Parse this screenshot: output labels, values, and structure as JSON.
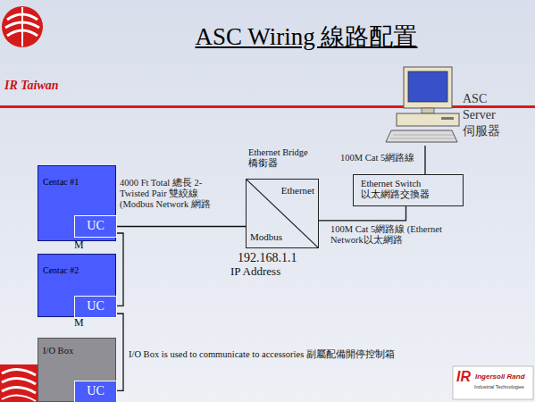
{
  "diagram": {
    "title": "ASC Wiring 線路配置",
    "nodes": [
      {
        "text": [
          "Centac #1"
        ]
      },
      {
        "text": [
          "UC"
        ],
        "in": 0
      },
      {
        "text": [
          "Centac #2"
        ]
      },
      {
        "text": [
          "UC"
        ],
        "in": 2
      },
      {
        "text": [
          "I/O Box"
        ]
      },
      {
        "text": [
          "UC"
        ],
        "in": 4
      },
      {
        "text": [
          "Ethernet Bridge 橋銜器",
          "Ethernet",
          "Modbus"
        ]
      },
      {
        "text": [
          "Ethernet Switch 以太網路交換器"
        ]
      },
      {
        "text": [
          "ASC Server 伺服器"
        ]
      }
    ],
    "edges": [
      {
        "from": 1,
        "to": 6,
        "arrow": "none",
        "label": "4000 Ft Total 總長 2-Twisted Pair 雙絞線 (Modbus Network 網路"
      },
      {
        "from": 6,
        "to": 7,
        "arrow": "none",
        "label": "100M Cat 5網路線 (Ethernet Network以太網路"
      },
      {
        "from": 8,
        "to": 7,
        "arrow": "none",
        "label": "100M Cat 5網路線"
      },
      {
        "from": 1,
        "to": 3,
        "arrow": "none"
      },
      {
        "from": 3,
        "to": 5,
        "arrow": "none"
      }
    ],
    "labels": [
      "IR Taiwan",
      "192.168.1.1",
      "IP Address",
      "M",
      "M",
      "I/O Box is used to communicate to accessories 副屬配備開停控制箱",
      "IR",
      "Ingersoll Rand",
      "Industrial Technologies"
    ]
  }
}
